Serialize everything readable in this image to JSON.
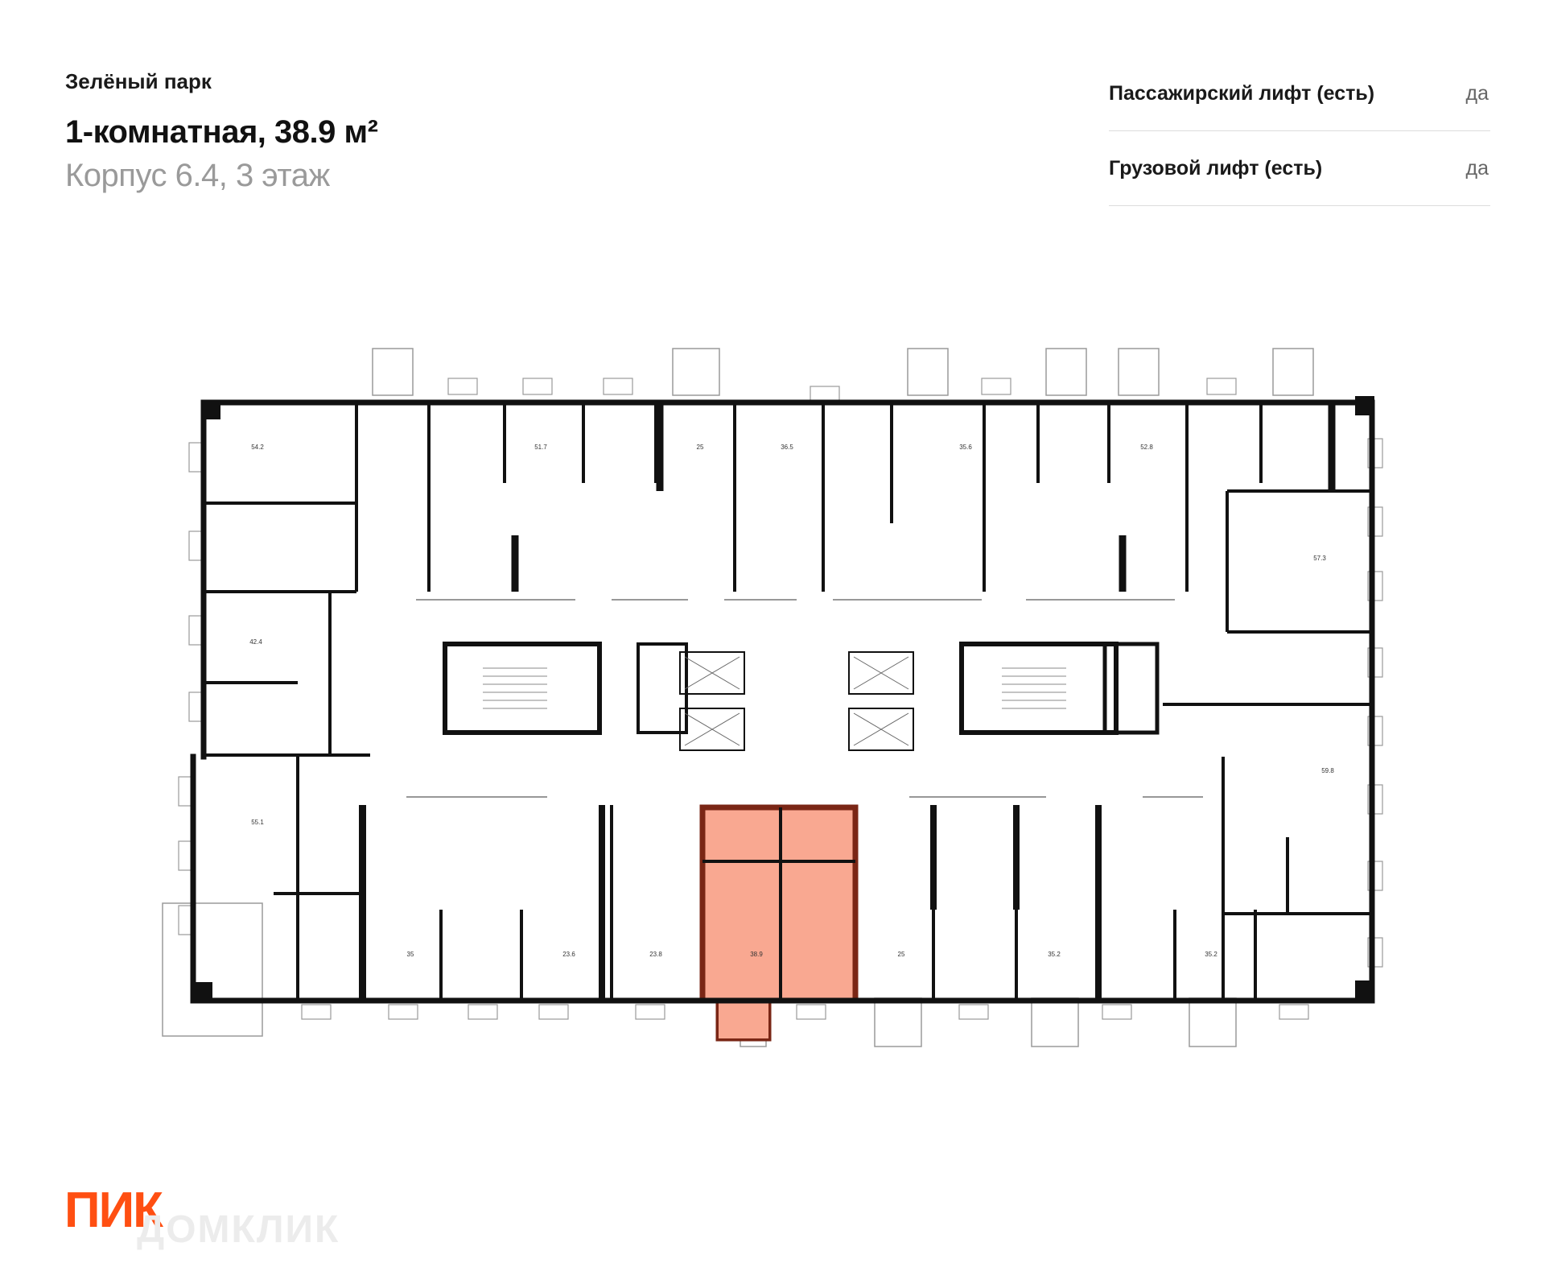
{
  "header": {
    "project": "Зелёный парк",
    "title": "1-комнатная, 38.9 м²",
    "subtitle": "Корпус 6.4, 3 этаж"
  },
  "features": [
    {
      "label": "Пассажирский лифт (есть)",
      "value": "да"
    },
    {
      "label": "Грузовой лифт (есть)",
      "value": "да"
    }
  ],
  "plan": {
    "areas": [
      "54.2",
      "51.7",
      "25",
      "36.5",
      "35.6",
      "52.8",
      "42.4",
      "57.3",
      "59.8",
      "55.1",
      "35",
      "23.6",
      "23.8",
      "38.9",
      "25",
      "35.2",
      "35.2"
    ],
    "highlighted_area": "38.9"
  },
  "colors": {
    "highlight_fill": "#f9a891",
    "highlight_stroke": "#7a2615",
    "wall": "#111111",
    "brand": "#ff4f12"
  },
  "brand": {
    "logo": "ПИК",
    "watermark": "ДОМКЛИК"
  }
}
